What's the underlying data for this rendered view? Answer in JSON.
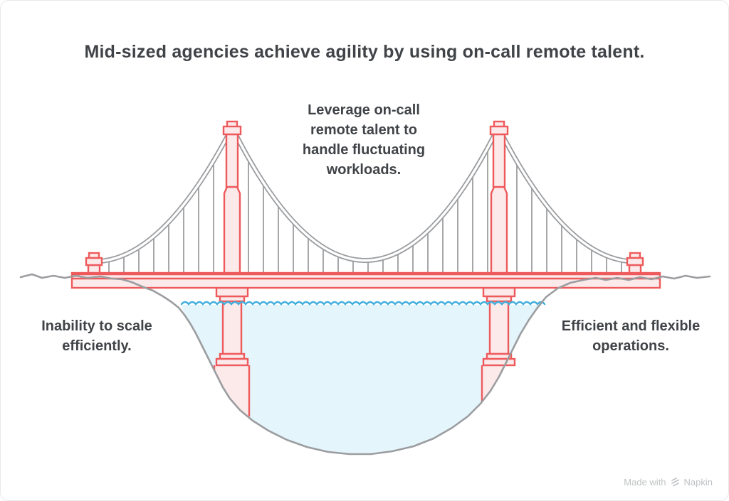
{
  "title": "Mid-sized agencies achieve agility by using on-call remote talent.",
  "annotations": {
    "center": "Leverage on-call remote talent to handle fluctuating workloads.",
    "left": "Inability to scale efficiently.",
    "right": "Efficient and flexible operations."
  },
  "footer": {
    "made_with_label": "Made with",
    "brand_name": "Napkin"
  },
  "icons": {
    "napkin_logo": "diagonal-hatch-zigzag"
  },
  "colors": {
    "accent_red": "#ee5a5c",
    "fill_pink": "#fce9e9",
    "structure_gray": "#9b9da0",
    "water_fill": "#e4f5fb",
    "wave_blue": "#3faedc",
    "text_dark": "#404347",
    "credit_gray": "#bfc2c4"
  }
}
